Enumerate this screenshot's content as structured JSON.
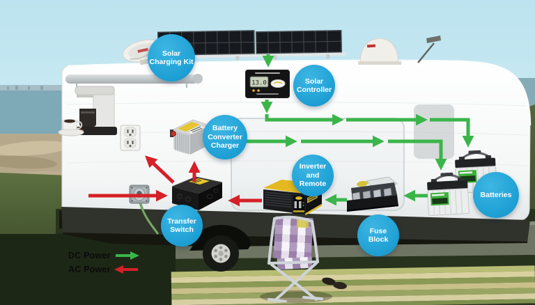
{
  "labels": {
    "solar_charging_kit": "Solar Charging Kit",
    "solar_controller": "Solar Controller",
    "battery_converter_charger": "Battery Converter Charger",
    "inverter_and_remote": "Inverter and Remote",
    "batteries": "Batteries",
    "fuse_block": "Fuse Block",
    "transfer_switch": "Transfer Switch"
  },
  "legend": {
    "dc_label": "DC Power",
    "ac_label": "AC Power"
  },
  "controller": {
    "display_value": "13.0"
  },
  "colors": {
    "dc_power": "#3bb54a",
    "ac_power": "#d62027",
    "label_bubble": "#22a7d8"
  }
}
